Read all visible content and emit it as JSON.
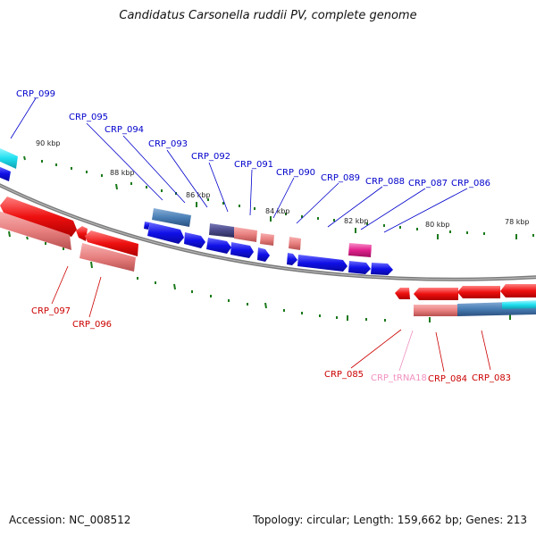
{
  "title": "Candidatus Carsonella ruddii PV, complete genome",
  "footer": {
    "accession": "Accession: NC_008512",
    "summary": "Topology: circular; Length: 159,662 bp; Genes: 213"
  },
  "colors": {
    "forward_cds": "#1010e0",
    "reverse_cds": "#ee1010",
    "reverse_cds_light": "#e88080",
    "trna": "#f07ab8",
    "rrna": "#e0208c",
    "misc_steel": "#4a7fb5",
    "misc_cyan": "#20e0f0",
    "misc_slate": "#4a4a8a",
    "backbone": "#808080",
    "tick": "#1a7a1a",
    "label_forward": "#0000cc",
    "label_reverse": "#cc0000",
    "label_trna": "#f090c0"
  },
  "kbp_labels": [
    "90 kbp",
    "88 kbp",
    "86 kbp",
    "84 kbp",
    "82 kbp",
    "80 kbp",
    "78 kbp"
  ],
  "gene_labels": {
    "crp_099": "CRP_099",
    "crp_095": "CRP_095",
    "crp_094": "CRP_094",
    "crp_093": "CRP_093",
    "crp_092": "CRP_092",
    "crp_091": "CRP_091",
    "crp_090": "CRP_090",
    "crp_089": "CRP_089",
    "crp_088": "CRP_088",
    "crp_087": "CRP_087",
    "crp_086": "CRP_086",
    "crp_097": "CRP_097",
    "crp_096": "CRP_096",
    "crp_085": "CRP_085",
    "trna18": "CRP_tRNA18",
    "crp_084": "CRP_084",
    "crp_083": "CRP_083"
  }
}
